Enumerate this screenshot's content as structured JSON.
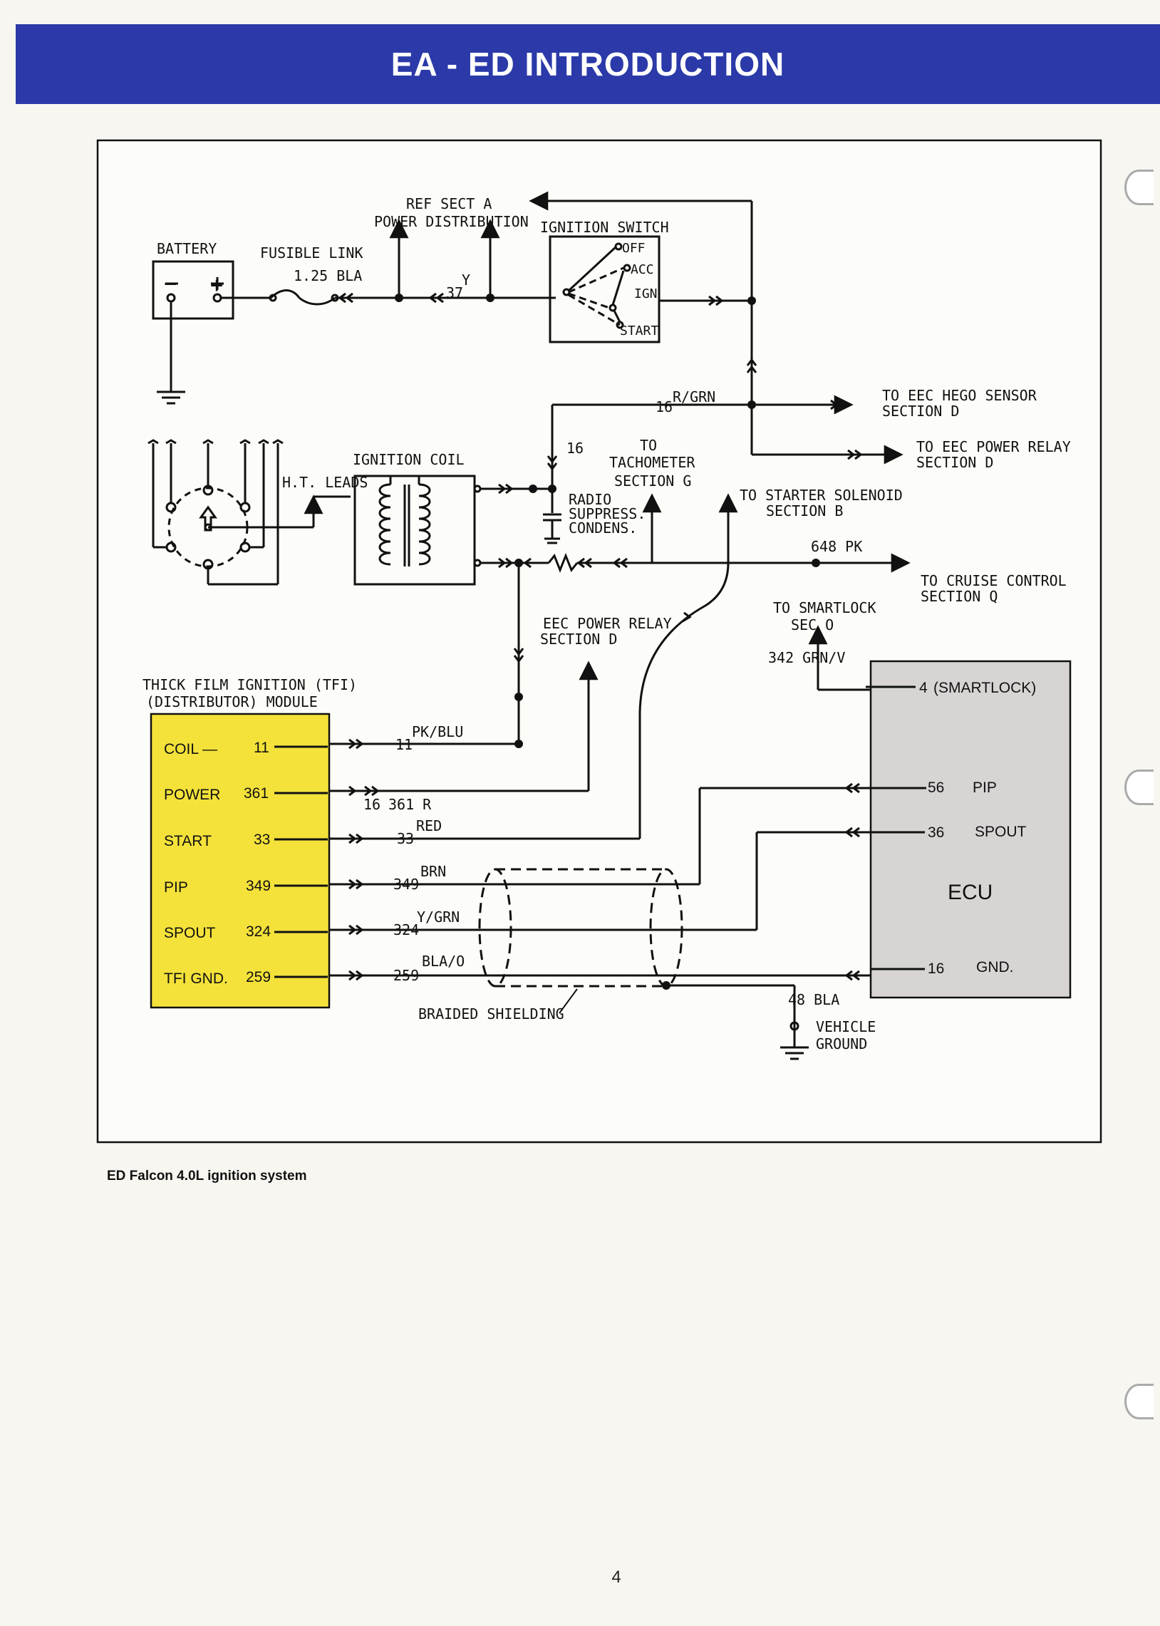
{
  "header": {
    "title": "EA - ED INTRODUCTION"
  },
  "caption": "ED Falcon 4.0L ignition system",
  "page_number": "4",
  "colors": {
    "header_bg": "#2b3aa8",
    "tfi_module": "#f4e23a",
    "ecu_box": "#d8d4d4",
    "wire": "#111111"
  },
  "diagram": {
    "battery": {
      "title": "BATTERY",
      "minus": "−",
      "plus": "+"
    },
    "fusible_link": {
      "label": "FUSIBLE LINK",
      "spec": "1.25 BLA"
    },
    "wire_37": {
      "num": "37",
      "color": "Y"
    },
    "power_distribution": {
      "line1": "REF SECT A",
      "line2": "POWER DISTRIBUTION"
    },
    "ignition_switch": {
      "title": "IGNITION SWITCH",
      "positions": [
        "OFF",
        "ACC",
        "IGN",
        "START"
      ]
    },
    "hego": {
      "line1": "TO EEC HEGO SENSOR",
      "line2": "SECTION D"
    },
    "power_relay": {
      "line1": "TO EEC POWER RELAY",
      "line2": "SECTION D"
    },
    "wire_16_rgrn": {
      "num": "16",
      "color": "R/GRN"
    },
    "wire_16": "16",
    "tachometer": {
      "line1": "TO",
      "line2": "TACHOMETER",
      "line3": "SECTION G"
    },
    "radio_suppress": {
      "line1": "RADIO",
      "line2": "SUPPRESS.",
      "line3": "CONDENS."
    },
    "ignition_coil": "IGNITION COIL",
    "ht_leads": "H.T. LEADS",
    "starter_solenoid": {
      "line1": "TO STARTER SOLENOID",
      "line2": "SECTION B"
    },
    "wire_648": "648 PK",
    "cruise_control": {
      "line1": "TO CRUISE CONTROL",
      "line2": "SECTION Q"
    },
    "smartlock": {
      "line1": "TO SMARTLOCK",
      "line2": "SEC O"
    },
    "wire_342": "342 GRN/V",
    "eec_power_relay": {
      "line1": "EEC POWER RELAY",
      "line2": "SECTION D"
    },
    "tfi_title": {
      "line1": "THICK FILM IGNITION (TFI)",
      "line2": "(DISTRIBUTOR) MODULE"
    },
    "tfi_rows": [
      {
        "label": "COIL —",
        "pin": "11"
      },
      {
        "label": "POWER",
        "pin": "361"
      },
      {
        "label": "START",
        "pin": "33"
      },
      {
        "label": "PIP",
        "pin": "349"
      },
      {
        "label": "SPOUT",
        "pin": "324"
      },
      {
        "label": "TFI GND.",
        "pin": "259"
      }
    ],
    "wires_tfi": [
      {
        "num": "11",
        "color": "PK/BLU"
      },
      {
        "num": "16",
        "color": "361 R"
      },
      {
        "num": "33",
        "color": "RED"
      },
      {
        "num": "349",
        "color": "BRN"
      },
      {
        "num": "324",
        "color": "Y/GRN"
      },
      {
        "num": "259",
        "color": "BLA/O"
      }
    ],
    "ecu": {
      "title": "ECU",
      "pins": [
        {
          "num": "4",
          "label": "(SMARTLOCK)"
        },
        {
          "num": "56",
          "label": "PIP"
        },
        {
          "num": "36",
          "label": "SPOUT"
        },
        {
          "num": "16",
          "label": "GND."
        }
      ]
    },
    "braided_shielding": "BRAIDED SHIELDING",
    "wire_48": "48 BLA",
    "vehicle_ground": {
      "line1": "VEHICLE",
      "line2": "GROUND"
    }
  }
}
